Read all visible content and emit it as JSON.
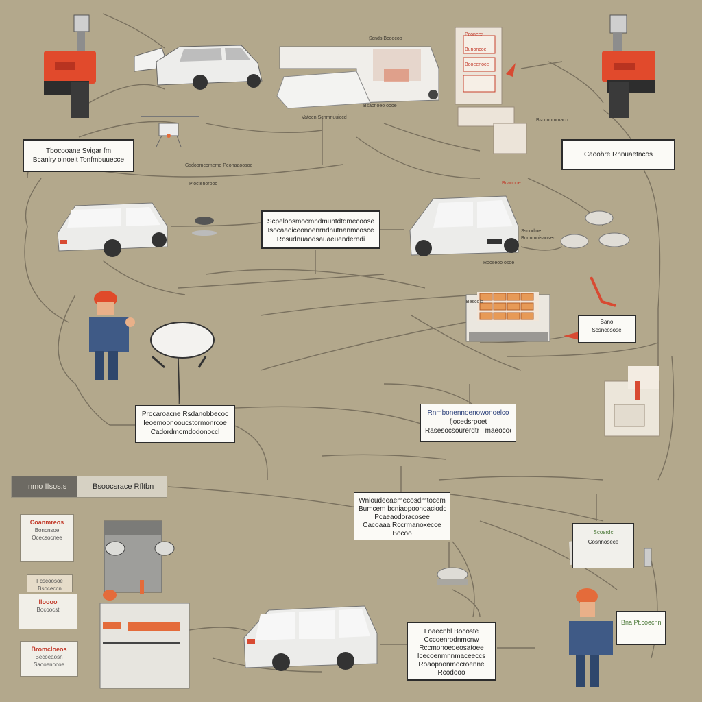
{
  "labels": {
    "top_left": [
      "Tbocooane Svigar fm",
      "Bcanlry oinoeit Tonfmbuuecce"
    ],
    "top_right": [
      "Caoohre Rnnuaetncos"
    ],
    "center": [
      "Scpeloosmocmndmuntdtdmecoose",
      "Isocaaoiceonoenrndnutnanmcosce",
      "Rosudnuaodsauaeuenderndi"
    ],
    "mid_left": [
      "Procaroacne Rsdanobbecoc",
      "Ieoemoonooucstormonrcoe",
      "Cadordmomdodonoccl"
    ],
    "mid_right": [
      "Rnmbonennoenowonoelco",
      "fjocedsrpoet",
      "Rasesocsourerdtr Tmaeocoe"
    ],
    "bottom_center": [
      "Wnloudeeaemecosdmtocem",
      "Bumcem bcniaopoonoaciodorn",
      "Pcaeaodoracosee",
      "Cacoaaa Rccrmanoxecce",
      "Bocoo"
    ],
    "bottom_right": [
      "Loaecnbl Bocoste",
      "Cccoenrodnmcnw",
      "Rccmonoeoeosatoee",
      "Icecoenmnnmaceeccs",
      "Roaopnonmocroenne",
      "Rcodooo"
    ],
    "small_right_card": [
      "Bano",
      "Scsncosose"
    ],
    "wall_panel": [
      "Scosrdc",
      "Cosnnosece"
    ],
    "sign_bottom_right": [
      "Bna Pt.coecnnc"
    ],
    "top_center_caption": [
      "Scnds Bcoocoo"
    ],
    "van_caption": [
      "Vatoen Scnmnuuiccd"
    ],
    "truck_caption": [
      "Bsacnoeo oooe"
    ],
    "drone_caption": [
      "Gsdoomcomemo  Peonaaoosoe"
    ],
    "drone_caption2": [
      "Ploctenorooc"
    ],
    "car2_caption": [
      "Rooseoo osoe"
    ],
    "car2_side": [
      "Ssnodioe",
      "Boonmnisaosec"
    ],
    "boxes_top": [
      "Pconees",
      "Bunoncoe",
      "Booeenoce"
    ],
    "boxes_lower": [
      "Bsocnomrnaco"
    ],
    "boxes_tag": [
      "Bcanooe"
    ],
    "pallet_caption": [
      "Bescolo"
    ]
  },
  "left_cards": [
    [
      "Coanmreos",
      "Boncnsoe",
      "Ocecsocnee"
    ],
    [
      "Fcscoosoe",
      "Bsoceccn"
    ],
    [
      "Iloooo",
      "Bocoocst"
    ],
    [
      "Bromcloeos",
      "Becoeaosn",
      "Saooenocoe"
    ]
  ],
  "dark_label": {
    "dark_text": "nmo IIsos.s",
    "light_text": "Bsoocsrace Rfltbn"
  },
  "colors": {
    "background": "#b3a88c",
    "accent_orange": "#e46b3a",
    "accent_red": "#d84a32",
    "vehicle_white": "#ececea",
    "worker_blue": "#3f5a86"
  }
}
